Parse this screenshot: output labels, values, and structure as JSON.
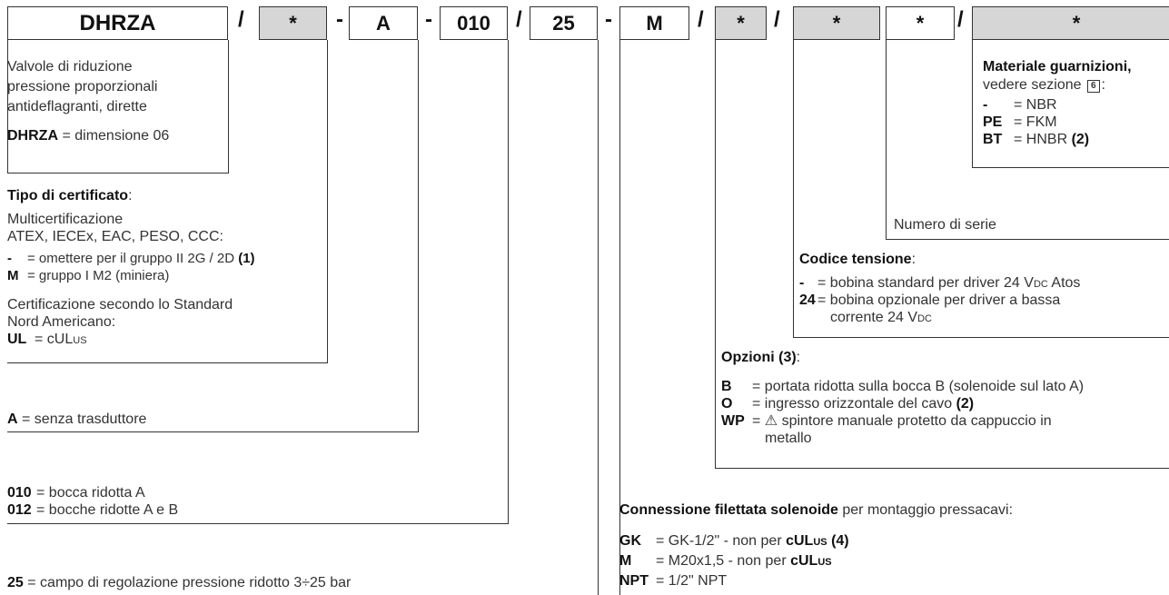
{
  "code": {
    "model": "DHRZA",
    "sep1": "/",
    "cert": "*",
    "dash1": "-",
    "transducer": "A",
    "dash2": "-",
    "ports": "010",
    "sep2": "/",
    "pressure": "25",
    "dash3": "-",
    "conn": "M",
    "sep3": "/",
    "options": "*",
    "sep4": "/",
    "voltage": "*",
    "serial": "*",
    "sep5": "/",
    "seals": "*"
  },
  "model_desc": {
    "line1": "Valvole di riduzione",
    "line2": "pressione proporzionali",
    "line3": "antideflagranti, dirette",
    "size_key": "DHRZA",
    "size_val": "= dimensione 06"
  },
  "certificate": {
    "title": "Tipo di certificato",
    "colon": ":",
    "multi1": "Multicertificazione",
    "multi2": "ATEX, IECEx, EAC, PESO, CCC:",
    "opt1_key": "-",
    "opt1_val": "= omettere per il gruppo II 2G / 2D",
    "opt1_note": "(1)",
    "opt2_key": "M",
    "opt2_val": "= gruppo I M2 (miniera)",
    "std1": "Certificazione secondo lo Standard",
    "std2": "Nord Americano:",
    "ul_key": "UL",
    "ul_val": "= cUL",
    "ul_sc": "us"
  },
  "transducer": {
    "key": "A",
    "val": "= senza trasduttore"
  },
  "ports": {
    "o1_key": "010",
    "o1_val": "= bocca ridotta A",
    "o2_key": "012",
    "o2_val": "= bocche ridotte A e B"
  },
  "pressure": {
    "key": "25",
    "val": "= campo di regolazione pressione ridotto 3÷25 bar"
  },
  "seals": {
    "title": "Materiale guarnizioni,",
    "sub": "vedere sezione",
    "badge": "6",
    "sub_end": ":",
    "o1_key": "-",
    "o1_val": "= NBR",
    "o2_key": "PE",
    "o2_val": "= FKM",
    "o3_key": "BT",
    "o3_val": "= HNBR",
    "o3_note": "(2)"
  },
  "serial": {
    "label": "Numero di serie"
  },
  "voltage": {
    "title": "Codice tensione",
    "colon": ":",
    "o1_key": "-",
    "o1_val": "= bobina standard per driver 24 V",
    "o1_sc": "dc",
    "o1_end": " Atos",
    "o2_key": "24",
    "o2_val": "= bobina opzionale per driver a bassa",
    "o2_cont": "corrente 24 V",
    "o2_sc": "dc"
  },
  "options": {
    "title": "Opzioni",
    "note": "(3)",
    "colon": ":",
    "o1_key": "B",
    "o1_val": "= portata ridotta sulla bocca B (solenoide sul lato A)",
    "o2_key": "O",
    "o2_val": "= ingresso orizzontale del cavo",
    "o2_note": "(2)",
    "o3_key": "WP",
    "o3_val": "= ⚠ spintore manuale protetto da cappuccio in",
    "o3_cont": "metallo"
  },
  "connection": {
    "title": "Connessione filettata solenoide",
    "title_rest": " per montaggio pressacavi:",
    "o1_key": "GK",
    "o1_val": "= GK-1/2\"  - non per ",
    "o1_b": "cUL",
    "o1_sc": "us",
    "o1_note": "(4)",
    "o2_key": "M",
    "o2_val": "= M20x1,5 - non per ",
    "o2_b": "cUL",
    "o2_sc": "us",
    "o3_key": "NPT",
    "o3_val": "= 1/2\" NPT"
  }
}
